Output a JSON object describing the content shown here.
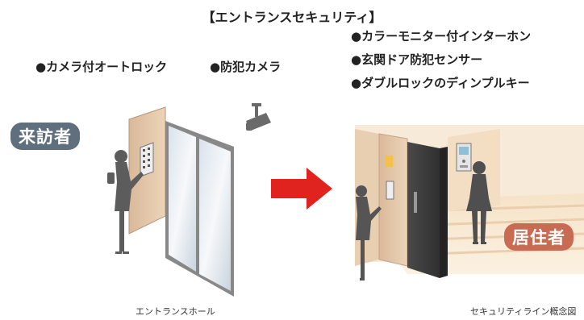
{
  "title": "【エントランスセキュリティ】",
  "left": {
    "features": [
      "●カメラ付オートロック",
      "●防犯カメラ"
    ],
    "badge": "来訪者",
    "badge_color": "#5f6f7d",
    "caption": "エントランスホール"
  },
  "right": {
    "features": [
      "●カラーモニター付インターホン",
      "●玄関ドア防犯センサー",
      "●ダブルロックのディンプルキー"
    ],
    "badge": "居住者",
    "badge_color": "#c96a52",
    "caption": "セキュリティライン概念図"
  },
  "arrow_color": "#e0231e",
  "icons": [
    "security-camera-icon",
    "arrow-right-icon",
    "keypad-icon",
    "intercom-monitor-icon"
  ]
}
